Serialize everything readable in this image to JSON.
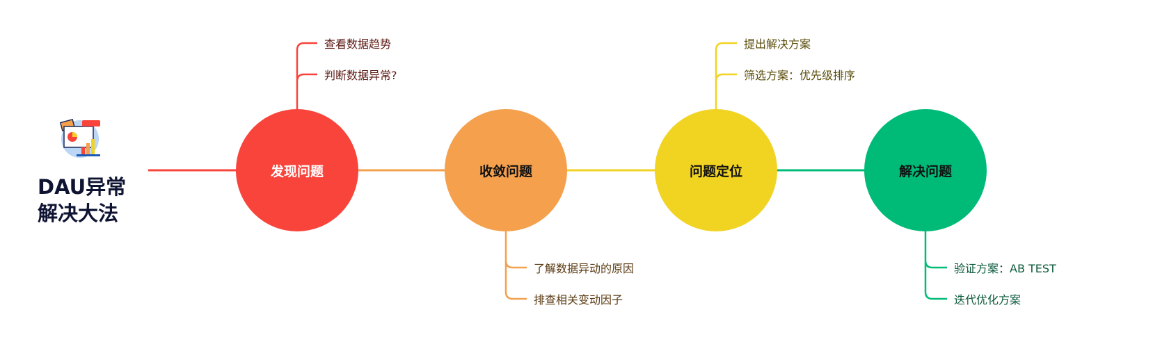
{
  "title": {
    "line1": "DAU异常",
    "line2": "解决大法",
    "icon": "dashboard-illustration-icon"
  },
  "colors": {
    "red": "#f8443b",
    "orange": "#f4a04d",
    "yellow": "#f1d322",
    "green": "#00bb78"
  },
  "nodes": [
    {
      "label": "发现问题",
      "leaves": [
        "查看数据趋势",
        "判断数据异常?"
      ]
    },
    {
      "label": "收敛问题",
      "leaves": [
        "了解数据异动的原因",
        "排查相关变动因子"
      ]
    },
    {
      "label": "问题定位",
      "leaves": [
        "提出解决方案",
        "筛选方案：优先级排序"
      ]
    },
    {
      "label": "解决问题",
      "leaves": [
        "验证方案：AB TEST",
        "迭代优化方案"
      ]
    }
  ]
}
